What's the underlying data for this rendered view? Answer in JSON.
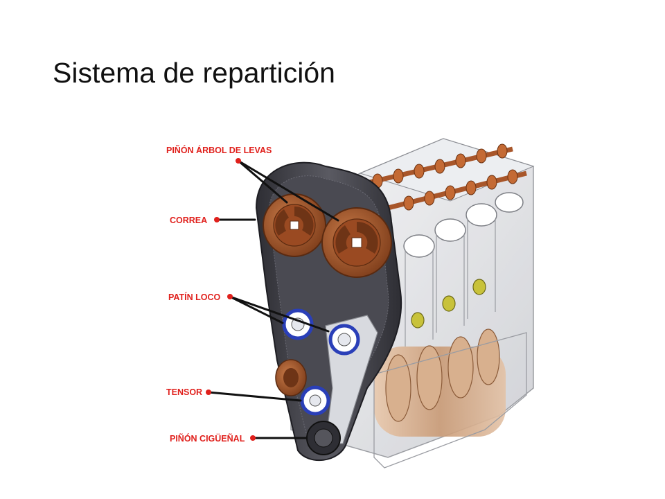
{
  "slide": {
    "title": "Sistema de repartición"
  },
  "diagram": {
    "subject": "engine-timing-belt-cutaway",
    "label_color": "#e0201c",
    "belt_color": "#3c3c44",
    "sprocket_color": "#a8562a",
    "bearing_color": "#2a3fb8",
    "labels": [
      {
        "id": "camshaft-sprocket",
        "text": "PIÑÓN ÁRBOL DE LEVAS"
      },
      {
        "id": "belt",
        "text": "CORREA"
      },
      {
        "id": "idler-pulley",
        "text": "PATÍN LOCO"
      },
      {
        "id": "tensioner",
        "text": "TENSOR"
      },
      {
        "id": "crankshaft-sprocket",
        "text": "PIÑÓN CIGÜEÑAL"
      }
    ]
  }
}
